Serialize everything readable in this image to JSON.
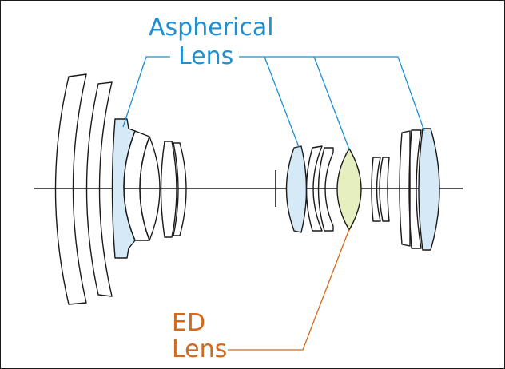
{
  "labels": {
    "aspherical_line1": "Aspherical",
    "aspherical_line2": "Lens",
    "ed_line1": "ED",
    "ed_line2": "Lens"
  },
  "colors": {
    "outline": "#1a1a1a",
    "aspherical": "#1f8fd0",
    "aspherical_fill": "#d6e9f7",
    "ed": "#d2691e",
    "ed_fill": "#e6efbf",
    "background": "#ffffff"
  }
}
